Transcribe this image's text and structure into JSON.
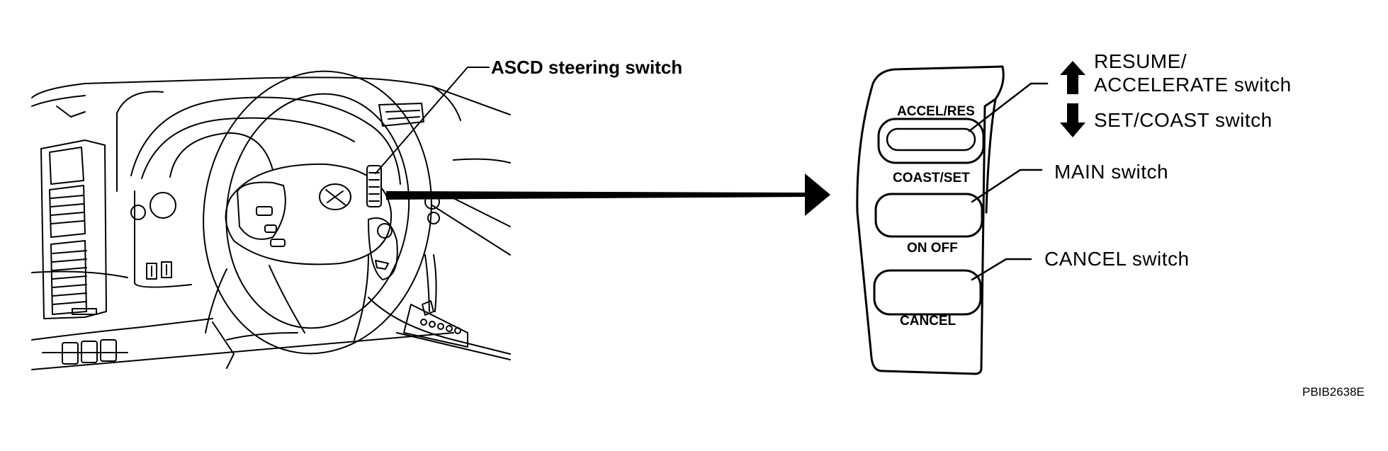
{
  "callouts": {
    "asc_steering_switch": "ASCD steering switch",
    "resume_line1": "RESUME/",
    "resume_line2": "ACCELERATE switch",
    "set_coast": "SET/COAST switch",
    "main": "MAIN switch",
    "cancel": "CANCEL switch"
  },
  "panel": {
    "accel_res": "ACCEL/RES",
    "coast_set": "COAST/SET",
    "on_off": "ON OFF",
    "cancel": "CANCEL"
  },
  "figure_code": "PBIB2638E",
  "colors": {
    "ink": "#000000",
    "paper": "#ffffff"
  }
}
